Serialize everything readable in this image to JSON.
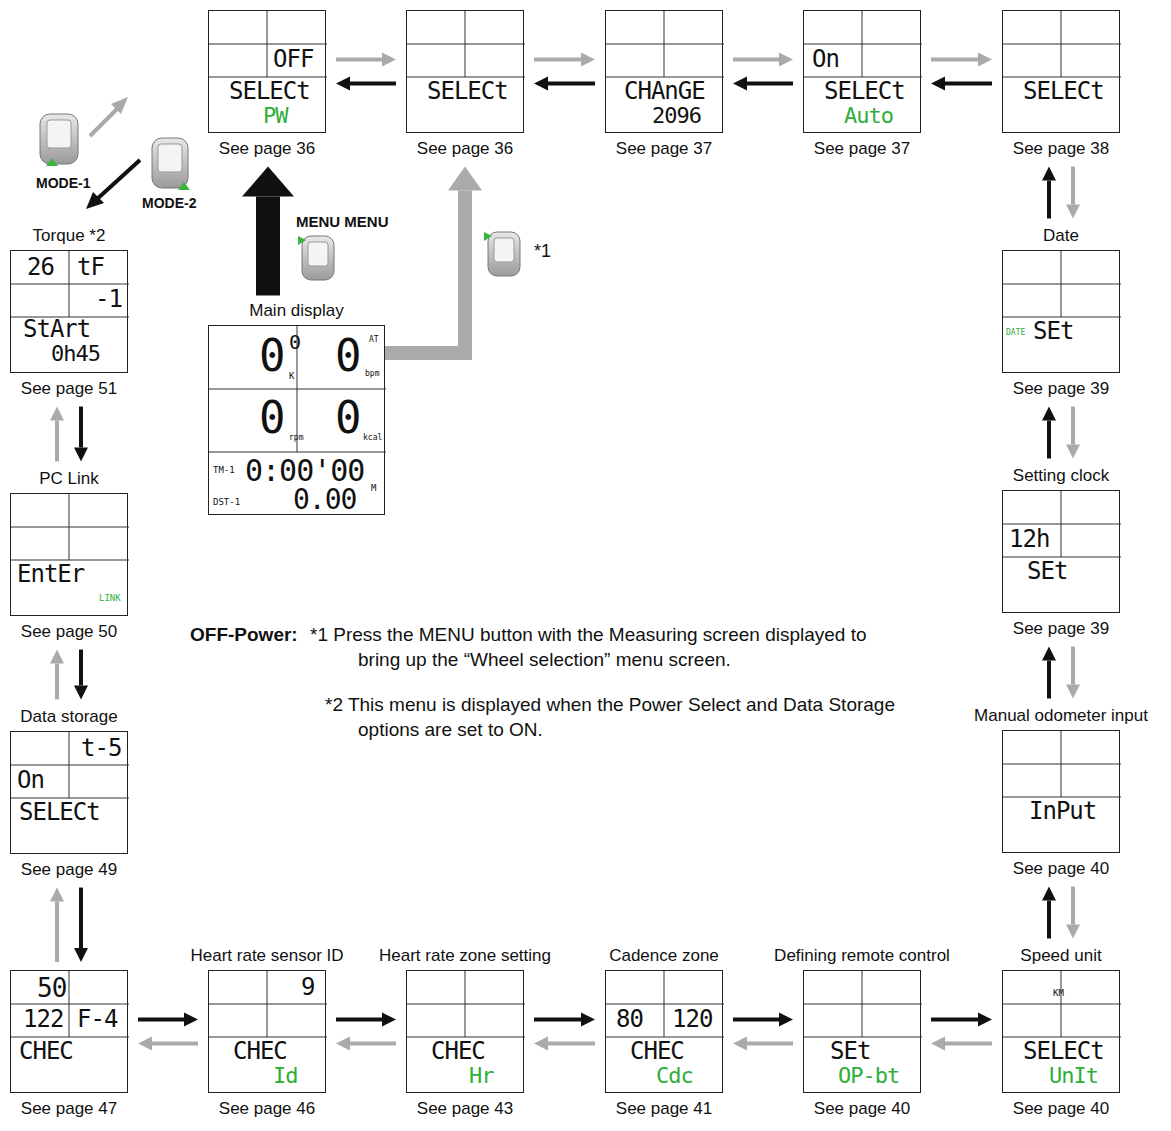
{
  "diagram": {
    "nodes": [
      {
        "text": [
          "OFF",
          "SELECt",
          "PW",
          "See page 36"
        ]
      },
      {
        "text": [
          "SELECt",
          "See page 36"
        ]
      },
      {
        "text": [
          "CHAnGE",
          "2096",
          "See page 37"
        ]
      },
      {
        "text": [
          "On",
          "SELECt",
          "Auto",
          "See page 37"
        ]
      },
      {
        "text": [
          "SELECt",
          "See page 38"
        ]
      },
      {
        "text": [
          "Date",
          "DATE",
          "SEt",
          "See page 39"
        ]
      },
      {
        "text": [
          "Setting clock",
          "12h",
          "SEt",
          "See page 39"
        ]
      },
      {
        "text": [
          "Manual odometer input",
          "InPut",
          "See page 40"
        ]
      },
      {
        "text": [
          "50",
          "122",
          "F-4",
          "CHEC",
          "See page 47"
        ]
      },
      {
        "text": [
          "Heart rate sensor ID",
          "9",
          "CHEC",
          "Id",
          "See page 46"
        ]
      },
      {
        "text": [
          "Heart rate zone setting",
          "CHEC",
          "Hr",
          "See page 43"
        ]
      },
      {
        "text": [
          "Cadence zone",
          "80",
          "120",
          "CHEC",
          "Cdc",
          "See page 41"
        ]
      },
      {
        "text": [
          "Defining remote control",
          "SEt",
          "OP-bt",
          "See page 40"
        ]
      },
      {
        "text": [
          "Speed unit",
          "KM",
          "SELECt",
          "UnIt",
          "See page 40"
        ]
      },
      {
        "text": [
          "Data storage",
          "t-5",
          "On",
          "SELECt",
          "See page 49"
        ]
      },
      {
        "text": [
          "PC Link",
          "EntEr",
          "LINK",
          "See page 50"
        ]
      },
      {
        "text": [
          "Torque *2",
          "26",
          "tF",
          "-1",
          "StArt",
          "0h45",
          "See page 51"
        ]
      },
      {
        "text": [
          "Main display",
          "0",
          "0",
          "K",
          "0",
          "AT",
          "bpm",
          "0",
          "rpm",
          "0",
          "kcal",
          "TM-1",
          "0:00'00",
          "DST-1",
          "0.00",
          "M"
        ]
      }
    ],
    "edges": [
      {
        "from": 0,
        "to": 1,
        "arrow": "to"
      },
      {
        "from": 1,
        "to": 0,
        "arrow": "to"
      },
      {
        "from": 1,
        "to": 2,
        "arrow": "to"
      },
      {
        "from": 2,
        "to": 1,
        "arrow": "to"
      },
      {
        "from": 2,
        "to": 3,
        "arrow": "to"
      },
      {
        "from": 3,
        "to": 2,
        "arrow": "to"
      },
      {
        "from": 3,
        "to": 4,
        "arrow": "to"
      },
      {
        "from": 4,
        "to": 3,
        "arrow": "to"
      },
      {
        "from": 4,
        "to": 5,
        "arrow": "to"
      },
      {
        "from": 5,
        "to": 4,
        "arrow": "to"
      },
      {
        "from": 5,
        "to": 6,
        "arrow": "to"
      },
      {
        "from": 6,
        "to": 5,
        "arrow": "to"
      },
      {
        "from": 6,
        "to": 7,
        "arrow": "to"
      },
      {
        "from": 7,
        "to": 6,
        "arrow": "to"
      },
      {
        "from": 7,
        "to": 13,
        "arrow": "to"
      },
      {
        "from": 13,
        "to": 7,
        "arrow": "to"
      },
      {
        "from": 13,
        "to": 12,
        "arrow": "to"
      },
      {
        "from": 12,
        "to": 13,
        "arrow": "to"
      },
      {
        "from": 12,
        "to": 11,
        "arrow": "to"
      },
      {
        "from": 11,
        "to": 12,
        "arrow": "to"
      },
      {
        "from": 11,
        "to": 10,
        "arrow": "to"
      },
      {
        "from": 10,
        "to": 11,
        "arrow": "to"
      },
      {
        "from": 10,
        "to": 9,
        "arrow": "to"
      },
      {
        "from": 9,
        "to": 10,
        "arrow": "to"
      },
      {
        "from": 9,
        "to": 8,
        "arrow": "to"
      },
      {
        "from": 8,
        "to": 9,
        "arrow": "to"
      },
      {
        "from": 8,
        "to": 14,
        "arrow": "to"
      },
      {
        "from": 14,
        "to": 8,
        "arrow": "to"
      },
      {
        "from": 14,
        "to": 15,
        "arrow": "to"
      },
      {
        "from": 15,
        "to": 14,
        "arrow": "to"
      },
      {
        "from": 15,
        "to": 16,
        "arrow": "to"
      },
      {
        "from": 16,
        "to": 15,
        "arrow": "to"
      },
      {
        "from": 17,
        "to": 0,
        "arrow": "to"
      },
      {
        "from": 17,
        "to": 1,
        "arrow": "to"
      }
    ],
    "labels": [
      "MODE-1",
      "MODE-2",
      "MENU MENU",
      "*1",
      "OFF-Power:",
      "*1 Press the MENU button with the Measuring screen displayed to bring up the “Wheel selection” menu screen.",
      "*2 This menu is displayed when the Power Select and Data Storage options are set to ON."
    ]
  }
}
